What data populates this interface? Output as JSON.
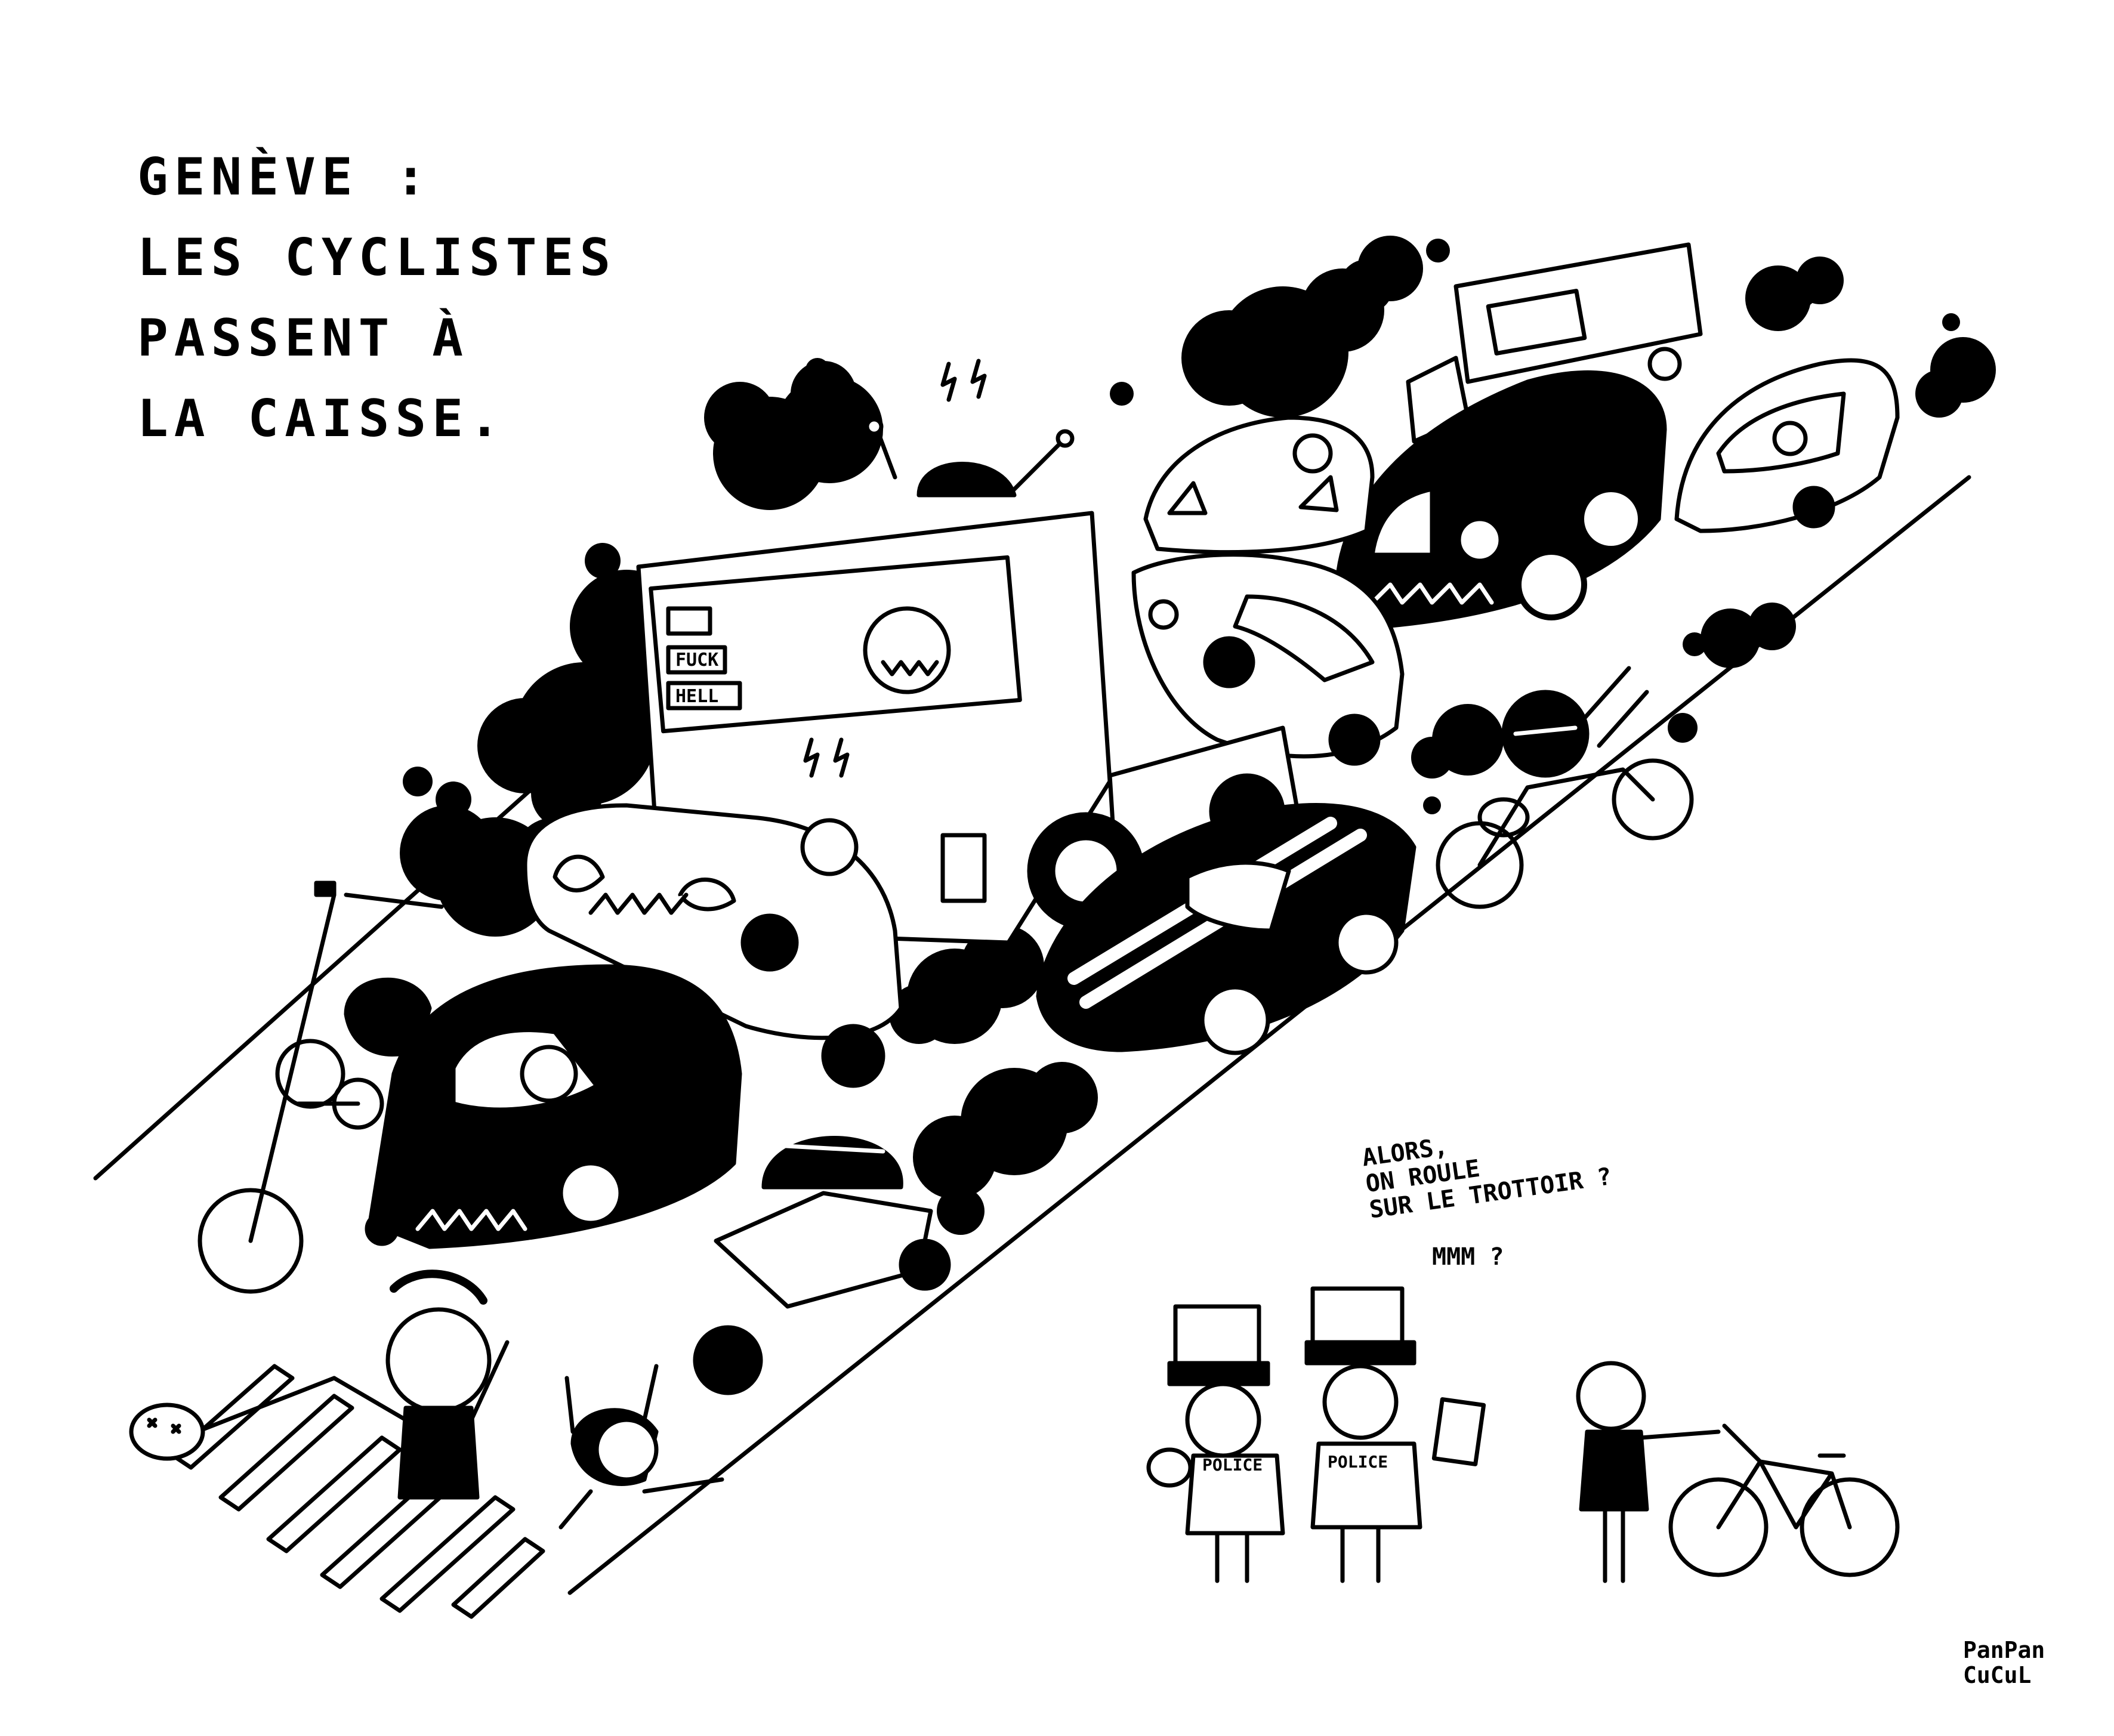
{
  "title": {
    "line1": "GENÈVE :",
    "line2": "LES CYCLISTES",
    "line3": "PASSENT À",
    "line4": "LA CAISSE."
  },
  "truck_stickers": {
    "sticker1": "FUCK",
    "sticker2": "HELL"
  },
  "police": {
    "badge_left": "POLICE",
    "badge_right": "POLICE"
  },
  "speech": {
    "line1": "ALORS,",
    "line2": "ON ROULE",
    "line3": "SUR LE TROTTOIR ?",
    "line4": "MMM ?"
  },
  "signature": {
    "line1": "PanPan",
    "line2": "CuCuL"
  },
  "colors": {
    "ink": "#000000",
    "paper": "#ffffff"
  }
}
